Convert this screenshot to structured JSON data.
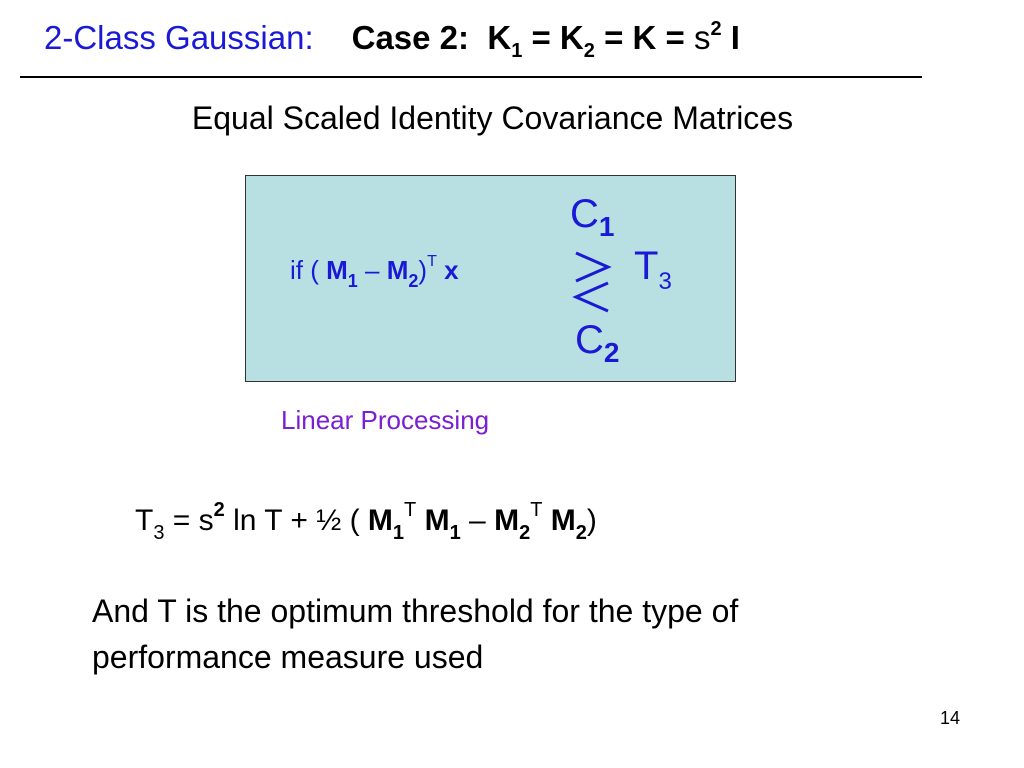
{
  "title": {
    "prefix": "2-Class Gaussian:",
    "case_label": "Case 2:",
    "k": "K",
    "k1_sub": "1",
    "eq1": " = K",
    "k2_sub": "2",
    "eq2": " = K = ",
    "sigma": "s",
    "sigma_sup": "2",
    "identity": " I"
  },
  "subtitle": "Equal Scaled Identity Covariance Matrices",
  "decision_rule": {
    "if_text": "if ( ",
    "m": "M",
    "m1_sub": "1",
    "minus": " – ",
    "m2_sub": "2",
    "close_paren": ")",
    "transpose": "T",
    "x": " x",
    "class1": "C",
    "class1_sub": "1",
    "class2": "C",
    "class2_sub": "2",
    "threshold": "T",
    "threshold_sub": "3",
    "comparison_icon": "greater-less-than-icon"
  },
  "caption": "Linear Processing",
  "formula": {
    "t": "T",
    "t_sub": "3",
    "eq": " = s",
    "sigma_sup": "2",
    "ln": " ln T + ½ ( ",
    "m1a": "M",
    "m1a_sub": "1",
    "m1a_sup": "T",
    "m1b": " M",
    "m1b_sub": "1",
    "minus": " – ",
    "m2a": "M",
    "m2a_sub": "2",
    "m2a_sup": "T",
    "m2b": " M",
    "m2b_sub": "2",
    "close": ")"
  },
  "note": "And T is the optimum threshold for the type of performance measure used",
  "page_number": "14",
  "colors": {
    "blue_text": "#1a1ad6",
    "purple_text": "#7a1fd2",
    "box_fill": "#b8dfe2"
  }
}
